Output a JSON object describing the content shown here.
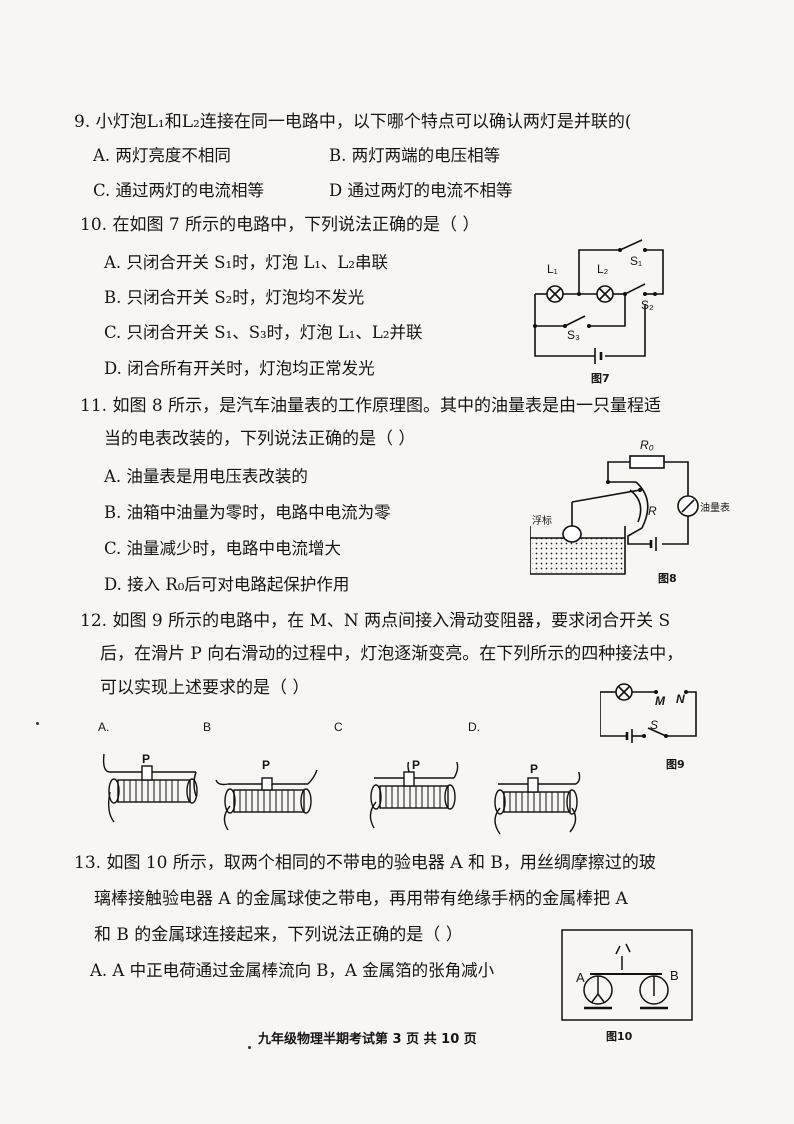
{
  "questions": {
    "q9": {
      "stem": "9. 小灯泡L₁和L₂连接在同一电路中，以下哪个特点可以确认两灯是并联的(",
      "a": "A.  两灯亮度不相同",
      "b": "B.  两灯两端的电压相等",
      "c": "C.  通过两灯的电流相等",
      "d": "D  通过两灯的电流不相等"
    },
    "q10": {
      "stem": "10. 在如图 7 所示的电路中，下列说法正确的是（      ）",
      "a": "A. 只闭合开关 S₁时，灯泡 L₁、L₂串联",
      "b": "B. 只闭合开关 S₂时，灯泡均不发光",
      "c": "C. 只闭合开关 S₁、S₃时，灯泡 L₁、L₂并联",
      "d": "D. 闭合所有开关时，灯泡均正常发光",
      "figure": {
        "caption": "图7",
        "l1": "L₁",
        "l2": "L₂",
        "s1": "S₁",
        "s2": "S₂",
        "s3": "S₃"
      }
    },
    "q11": {
      "stem1": "11. 如图 8 所示，是汽车油量表的工作原理图。其中的油量表是由一只量程适",
      "stem2": "当的电表改装的，下列说法正确的是（      ）",
      "a": "A. 油量表是用电压表改装的",
      "b": "B. 油箱中油量为零时，电路中电流为零",
      "c": "C. 油量减少时，电路中电流增大",
      "d": "D. 接入 R₀后可对电路起保护作用",
      "figure": {
        "caption": "图8",
        "r0": "R₀",
        "r": "R",
        "meter": "油量表",
        "float": "浮标"
      }
    },
    "q12": {
      "stem1": "12. 如图 9 所示的电路中，在 M、N 两点间接入滑动变阻器，要求闭合开关 S",
      "stem2": "后，在滑片 P 向右滑动的过程中，灯泡逐渐变亮。在下列所示的四种接法中，",
      "stem3": "可以实现上述要求的是（      ）",
      "labels": [
        "A.",
        "B",
        "C",
        "D."
      ],
      "p": "P",
      "figure": {
        "caption": "图9",
        "m": "M",
        "n": "N",
        "s": "S"
      }
    },
    "q13": {
      "stem1": "13. 如图 10 所示，取两个相同的不带电的验电器 A 和 B，用丝绸摩擦过的玻",
      "stem2": "璃棒接触验电器 A 的金属球使之带电，再用带有绝缘手柄的金属棒把 A",
      "stem3": "和 B 的金属球连接起来，下列说法正确的是（    ）",
      "a": "A. A 中正电荷通过金属棒流向 B，A 金属箔的张角减小",
      "figure": {
        "caption": "图10",
        "a": "A",
        "b": "B"
      }
    }
  },
  "footer": "九年级物理半期考试第 3 页    共 10 页"
}
